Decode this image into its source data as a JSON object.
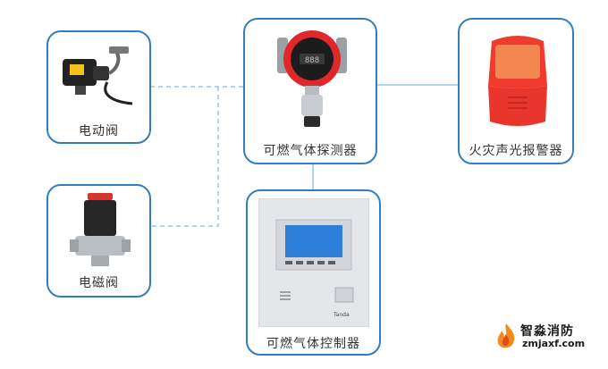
{
  "nodes": {
    "detector": {
      "label": "可燃气体探测器"
    },
    "motor_valve": {
      "label": "电动阀"
    },
    "solenoid_valve": {
      "label": "电磁阀"
    },
    "alarm": {
      "label": "火灾声光报警器"
    },
    "controller": {
      "label": "可燃气体控制器",
      "panel_brand": "Tanda"
    }
  },
  "edges": [
    {
      "from": "detector",
      "to": "motor_valve",
      "style": "dashed"
    },
    {
      "from": "detector",
      "to": "solenoid_valve",
      "style": "dashed"
    },
    {
      "from": "detector",
      "to": "alarm",
      "style": "solid"
    },
    {
      "from": "detector",
      "to": "controller",
      "style": "solid"
    }
  ],
  "watermark": {
    "name": "智淼消防",
    "url": "zmjaxf.com"
  },
  "colors": {
    "card_border": "#2f7fc0",
    "connector": "#9cc3e6",
    "detector_red": "#e0282a",
    "alarm_red": "#f03a2e"
  }
}
